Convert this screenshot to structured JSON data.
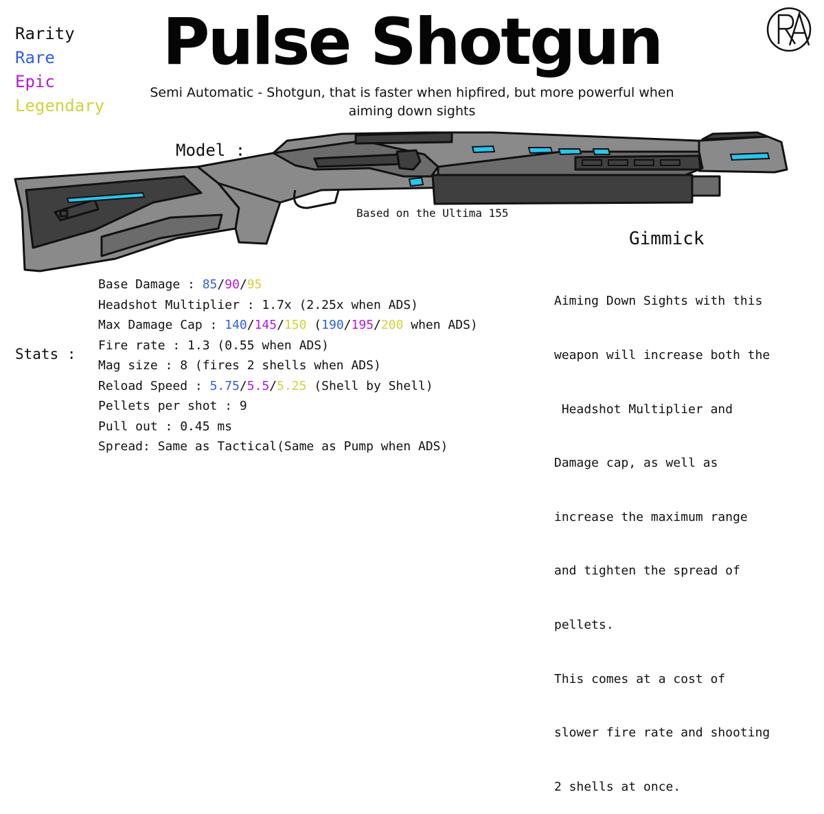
{
  "title": "Pulse Shotgun",
  "subtitle": "Semi Automatic - Shotgun, that is faster when hipfired, but more powerful when aiming down sights",
  "colors": {
    "rare": "#2f5fe0",
    "epic": "#b21ad6",
    "legendary": "#cfd23a",
    "accent": "#29c6ec",
    "gun_body": "#8a8a8a",
    "gun_dark": "#3f3f3f"
  },
  "rarity": {
    "heading": "Rarity",
    "rare": "Rare",
    "epic": "Epic",
    "legendary": "Legendary"
  },
  "model": {
    "label": "Model :",
    "based_on": "Based on the Ultima 155"
  },
  "logo": {
    "text": "RA",
    "icon": "ra-monogram-logo"
  },
  "gimmick": {
    "title": "Gimmick",
    "lines": [
      "Aiming Down Sights with this",
      "weapon will increase both the",
      " Headshot Multiplier and",
      "Damage cap, as well as",
      "increase the maximum range",
      "and tighten the spread of",
      "pellets.",
      "This comes at a cost of",
      "slower fire rate and shooting",
      "2 shells at once."
    ]
  },
  "stats": {
    "label": "Stats :",
    "base_damage": {
      "prefix": "Base Damage : ",
      "rare": "85",
      "epic": "90",
      "legendary": "95"
    },
    "headshot": "Headshot Multiplier : 1.7x (2.25x when ADS)",
    "max_damage": {
      "prefix": "Max Damage Cap : ",
      "rare": "140",
      "epic": "145",
      "legendary": "150",
      "open": " (",
      "ads_rare": "190",
      "ads_epic": "195",
      "ads_legendary": "200",
      "suffix": " when ADS)"
    },
    "fire_rate": "Fire rate : 1.3 (0.55 when ADS)",
    "mag_size": "Mag size : 8 (fires 2 shells when ADS)",
    "reload": {
      "prefix": "Reload Speed : ",
      "rare": "5.75",
      "epic": "5.5",
      "legendary": "5.25",
      "suffix": " (Shell by Shell)"
    },
    "pellets": "Pellets per shot : 9",
    "pull_out": "Pull out : 0.45 ms",
    "spread": "Spread: Same as Tactical(Same as Pump when ADS)",
    "separator": "/"
  }
}
